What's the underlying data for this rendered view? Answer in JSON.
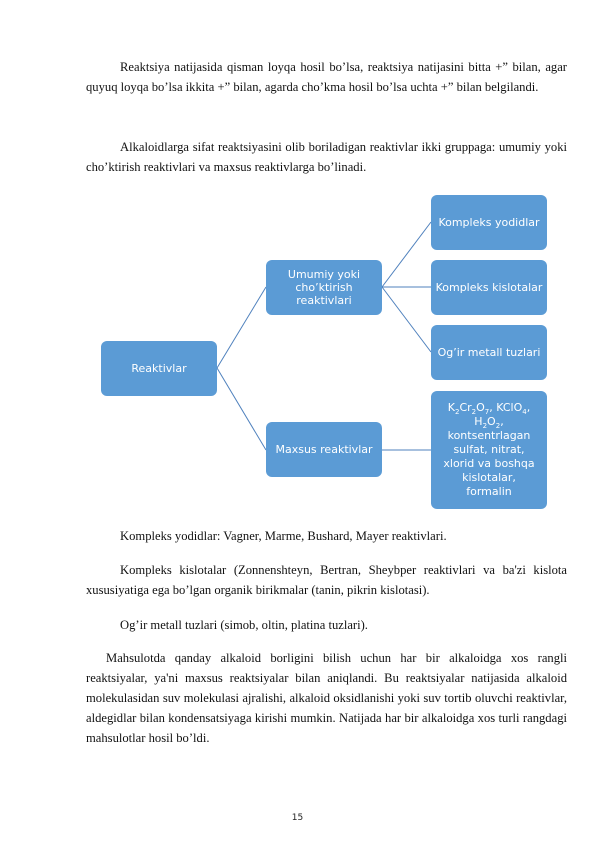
{
  "paragraphs": {
    "p1": "Reaktsiya natijasida qisman loyqa hosil bo’lsa, reaktsiya natijasini bitta +” bilan, agar quyuq loyqa bo’lsa ikkita +” bilan, agarda cho’kma hosil bo’lsa uchta +” bilan belgilandi.",
    "p2": "Alkaloidlarga sifat reaktsiyasini olib boriladigan reaktivlar ikki gruppaga: umumiy yoki cho’ktirish reaktivlari va maxsus reaktivlarga bo’linadi.",
    "p3": "Kompleks yodidlar: Vagner, Marme, Bushard, Mayer reaktivlari.",
    "p4": "Kompleks kislotalar (Zonnenshteyn, Bertran, Sheybper reaktivlari va ba'zi kislota xususiyatiga ega bo’lgan organik birikmalar (tanin, pikrin kislotasi).",
    "p5": "Og’ir metall tuzlari (simob, oltin, platina tuzlari).",
    "p6": "Mahsulotda qanday alkaloid borligini bilish uchun har bir alkaloidga xos rangli reaktsiyalar, ya'ni maxsus reaktsiyalar bilan aniqlandi. Bu reaktsiyalar natijasida alkaloid molekulasidan suv molekulasi ajralishi, alkaloid oksidlanishi yoki suv tortib oluvchi reaktivlar, aldegidlar bilan kondensatsiyaga kirishi mumkin. Natijada har bir alkaloidga xos turli rangdagi mahsulotlar hosil bo’ldi."
  },
  "diagram": {
    "root": "Reaktivlar",
    "general": "Umumiy yoki cho’ktirish reaktivlari",
    "special": "Maxsus reaktivlar",
    "general_children": [
      "Kompleks yodidlar",
      "Kompleks kislotalar",
      "Og’ir metall tuzlari"
    ],
    "special_child": {
      "formula_parts": [
        "K",
        "2",
        "Cr",
        "2",
        "O",
        "7",
        ", KClO",
        "4",
        ",",
        "H",
        "2",
        "O",
        "2",
        ","
      ],
      "text_lines": [
        "kontsentrlagan",
        "sulfat, nitrat,",
        "xlorid va boshqa",
        "kislotalar,",
        "formalin"
      ]
    },
    "box_color": "#5b9bd5",
    "line_color": "#4f81bd"
  },
  "page_number": "15"
}
